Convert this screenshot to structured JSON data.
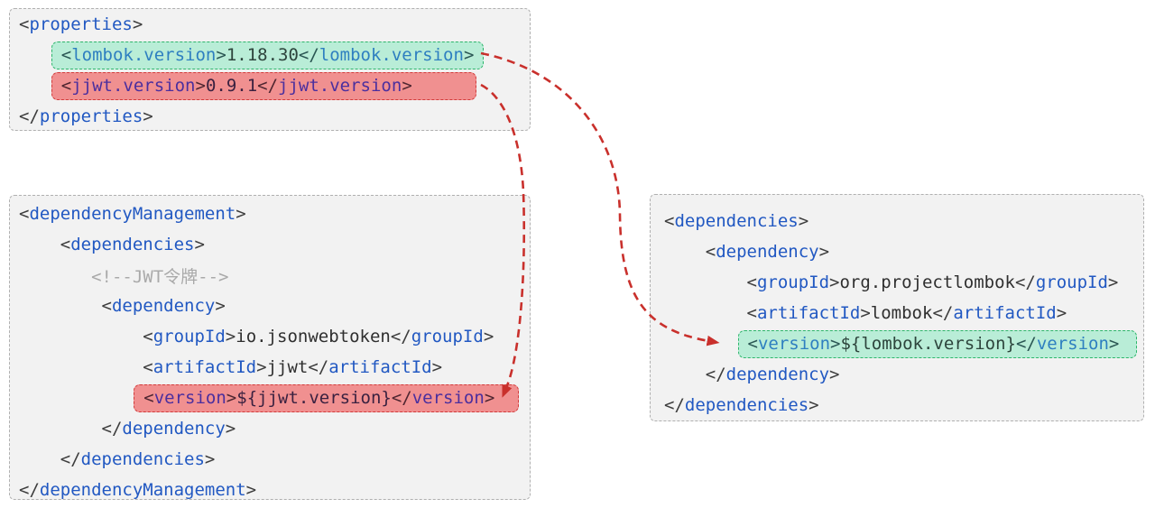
{
  "colors": {
    "arrow_red": "#c9302c",
    "tag_blue": "#2158c2",
    "comment_gray": "#a9a9a9",
    "green_highlight_bg": "#b9edd7",
    "green_highlight_border": "#2db56a",
    "red_highlight_bg": "#f09090",
    "red_highlight_border": "#d23b3b",
    "panel_bg": "#f2f2f2"
  },
  "panels": [
    {
      "id": "properties",
      "lines": [
        {
          "indent": 0,
          "kind": "open",
          "tag": "properties"
        },
        {
          "indent": 4,
          "kind": "element",
          "tag": "lombok.version",
          "value": "1.18.30",
          "highlight": "green"
        },
        {
          "indent": 4,
          "kind": "element",
          "tag": "jjwt.version",
          "value": "0.9.1",
          "highlight": "red"
        },
        {
          "indent": 0,
          "kind": "close",
          "tag": "properties"
        }
      ]
    },
    {
      "id": "dependency-management",
      "lines": [
        {
          "indent": 0,
          "kind": "open",
          "tag": "dependencyManagement"
        },
        {
          "indent": 4,
          "kind": "open",
          "tag": "dependencies"
        },
        {
          "indent": 7,
          "kind": "comment",
          "text": "JWT令牌"
        },
        {
          "indent": 8,
          "kind": "open",
          "tag": "dependency"
        },
        {
          "indent": 12,
          "kind": "element",
          "tag": "groupId",
          "value": "io.jsonwebtoken"
        },
        {
          "indent": 12,
          "kind": "element",
          "tag": "artifactId",
          "value": "jjwt"
        },
        {
          "indent": 12,
          "kind": "element",
          "tag": "version",
          "value": "${jjwt.version}",
          "highlight": "red"
        },
        {
          "indent": 8,
          "kind": "close",
          "tag": "dependency"
        },
        {
          "indent": 4,
          "kind": "close",
          "tag": "dependencies"
        },
        {
          "indent": 0,
          "kind": "close",
          "tag": "dependencyManagement"
        }
      ]
    },
    {
      "id": "dependencies",
      "lines": [
        {
          "indent": 0,
          "kind": "open",
          "tag": "dependencies"
        },
        {
          "indent": 4,
          "kind": "open",
          "tag": "dependency"
        },
        {
          "indent": 8,
          "kind": "element",
          "tag": "groupId",
          "value": "org.projectlombok"
        },
        {
          "indent": 8,
          "kind": "element",
          "tag": "artifactId",
          "value": "lombok"
        },
        {
          "indent": 8,
          "kind": "element",
          "tag": "version",
          "value": "${lombok.version}",
          "highlight": "green"
        },
        {
          "indent": 4,
          "kind": "close",
          "tag": "dependency"
        },
        {
          "indent": 0,
          "kind": "close",
          "tag": "dependencies"
        }
      ]
    }
  ],
  "arrows": [
    {
      "id": "lombok-version-link",
      "from": "properties lombok.version",
      "to": "dependencies version ${lombok.version}"
    },
    {
      "id": "jjwt-version-link",
      "from": "properties jjwt.version",
      "to": "dependencyManagement version ${jjwt.version}"
    }
  ]
}
